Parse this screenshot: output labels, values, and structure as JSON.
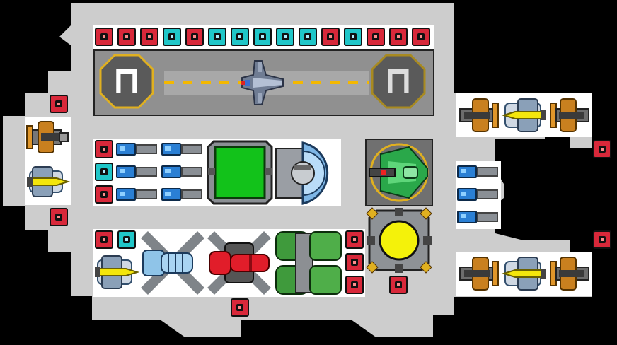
{
  "ship": {
    "hangar_sign_left": "⊓",
    "hangar_sign_right": "⊓"
  },
  "colors": {
    "hull": "#cdcdcd",
    "hull_edge": "#9a9a9a",
    "runway": "#8c8c8c",
    "red_cell": "#d8283a",
    "cyan_cell": "#20c6c8",
    "shield_green": "#12c21a",
    "reactor_yellow": "#f4f20a",
    "pad_outline": "#e0b020"
  },
  "icons": {
    "cell": "power-cell-icon",
    "fighter": "fighter-ship-icon",
    "thruster": "engine-thruster-icon",
    "cannon": "turret-cannon-icon",
    "tank": "fuel-tank-icon",
    "reactor": "reactor-core-icon",
    "shield": "shield-generator-icon",
    "hangar": "hangar-pad-icon"
  },
  "top_row_cells": [
    "red",
    "red",
    "red",
    "cyan",
    "red",
    "cyan",
    "cyan",
    "cyan",
    "cyan",
    "cyan",
    "red",
    "cyan",
    "red",
    "red",
    "red"
  ]
}
